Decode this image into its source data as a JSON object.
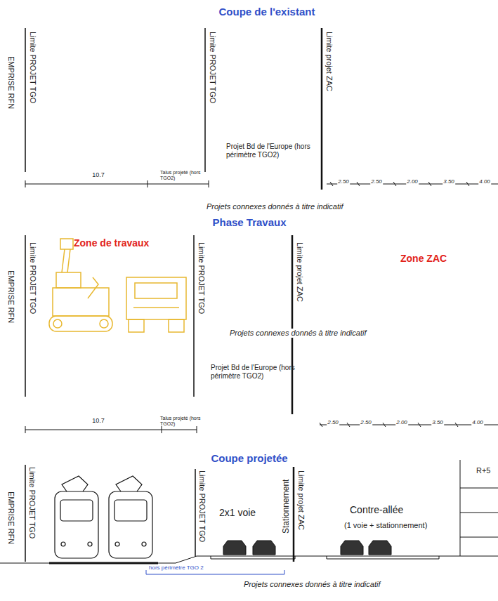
{
  "diagram": {
    "labels": [
      "Coupe de l'existant",
      "EMPRISE RFN",
      "Limite PROJET TGO",
      "Limite PROJET TGO",
      "Limite projet ZAC",
      "Projet Bd de l'Europe (hors périmètre TGO2)",
      "10.7",
      "Talus projeté (hors TGO2)",
      "2.50",
      "2.50",
      "2.00",
      "3.50",
      "4.00",
      "Projets connexes donnés à titre indicatif",
      "Phase Travaux",
      "EMPRISE RFN",
      "Limite PROJET TGO",
      "Zone de travaux",
      "Limite PROJET TGO",
      "Limite projet ZAC",
      "Zone ZAC",
      "Projets connexes donnés à titre indicatif",
      "Projet Bd de l'Europe (hors périmètre TGO2)",
      "10.7",
      "Talus projeté (hors TGO2)",
      "2.50",
      "2.50",
      "2.00",
      "3.50",
      "4.00",
      "Coupe projetée",
      "EMPRISE RFN",
      "Limite PROJET TGO",
      "Limite PROJET TGO",
      "Stationnement",
      "Limite projet ZAC",
      "R+5",
      "2x1 voie",
      "Contre-allée",
      "(1 voie + stationnement)",
      "hors périmètre TGO 2",
      "Projets connexes donnés à titre indicatif"
    ]
  }
}
